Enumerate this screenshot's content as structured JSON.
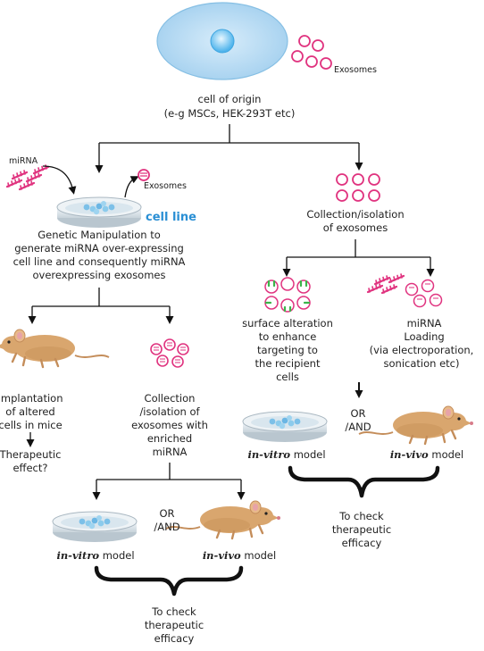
{
  "cell": {
    "exosomes_label": "Exosomes",
    "origin_line1": "cell of origin",
    "origin_line2": "(e-g MSCs, HEK-293T etc)"
  },
  "left": {
    "mirna_label": "miRNA",
    "exosomes_label": "Exosomes",
    "cell_line_label": "cell line",
    "genetic_text": [
      "Genetic Manipulation to",
      "generate miRNA over-expressing",
      "cell line and consequently miRNA",
      "overexpressing exosomes"
    ],
    "implant_text": [
      "Implantation",
      "of altered",
      "cells in mice"
    ],
    "therapeutic_text": [
      "Therapeutic",
      "effect?"
    ],
    "collection_text": [
      "Collection",
      "/isolation of",
      "exosomes with",
      "enriched",
      "miRNA"
    ],
    "or_text": [
      "OR",
      "/AND"
    ],
    "invitro_italic": "in-vitro",
    "invivo_italic": "in-vivo",
    "model_word": " model",
    "check_text": [
      "To check",
      "therapeutic",
      "efficacy"
    ]
  },
  "right": {
    "collection_text": [
      "Collection/isolation",
      "of exosomes"
    ],
    "surface_text": [
      "surface alteration",
      "to enhance",
      "targeting to",
      "the recipient",
      "cells"
    ],
    "loading_text": [
      "miRNA",
      "Loading",
      "(via electroporation,",
      "sonication etc)"
    ],
    "or_text": [
      "OR",
      "/AND"
    ],
    "invitro_italic": "in-vitro",
    "invivo_italic": "in-vivo",
    "model_word": " model",
    "check_text": [
      "To check",
      "therapeutic",
      "efficacy"
    ]
  },
  "colors": {
    "exosome": "#e0337f",
    "cell_fill": "#bfe0f6",
    "nucleus": "#6ec3f2",
    "cell_line_text": "#2a8fd4",
    "green_receptor": "#3bb54a",
    "mouse": "#d9a66e"
  }
}
